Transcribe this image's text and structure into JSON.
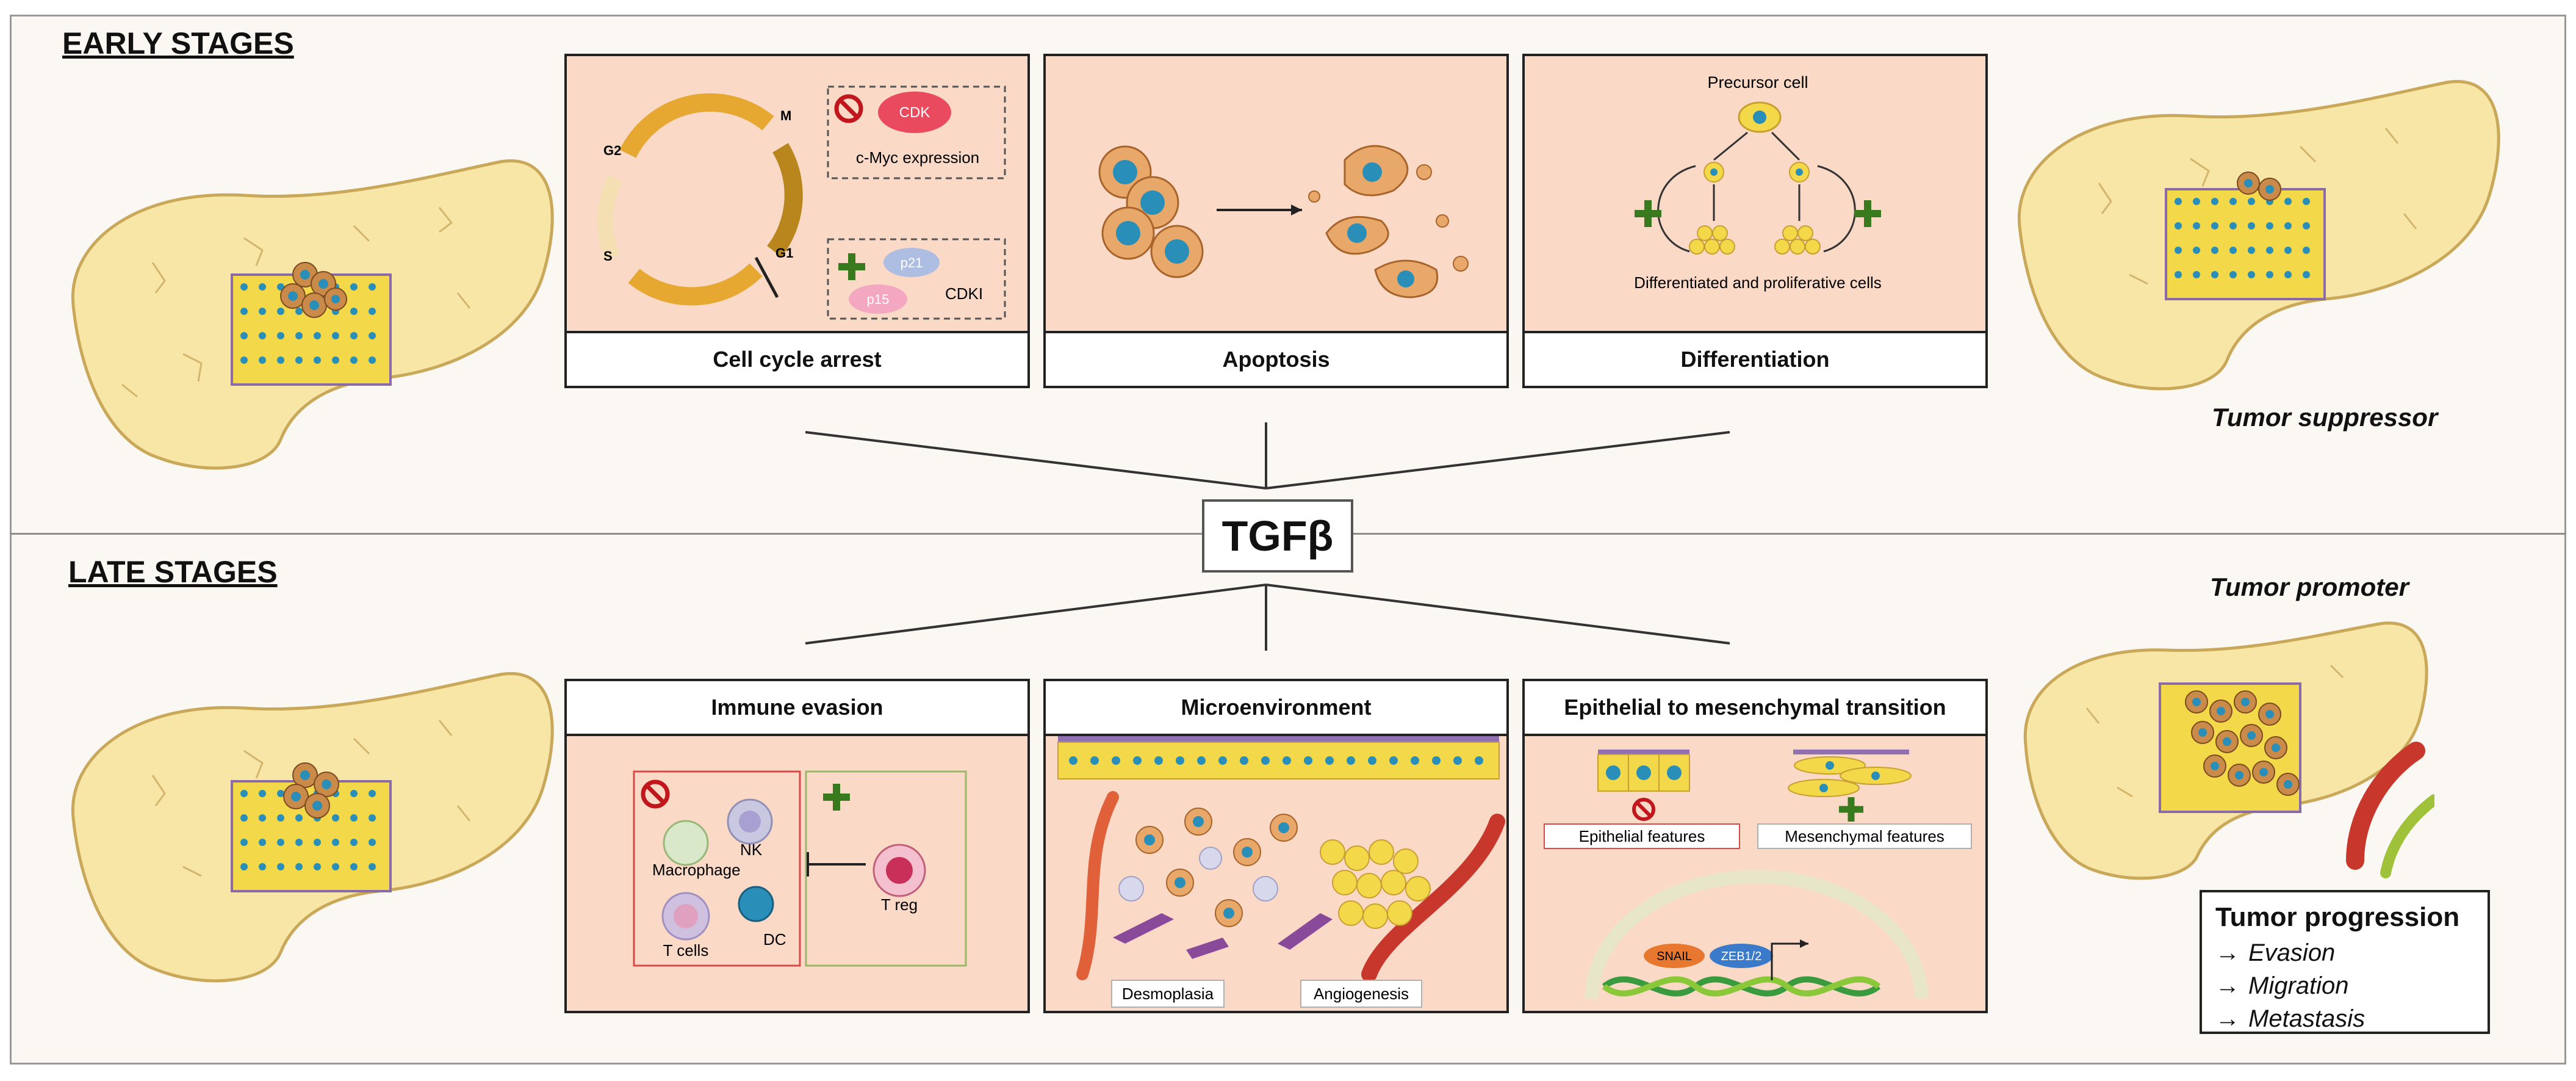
{
  "early": {
    "title": "EARLY STAGES",
    "role": "Tumor suppressor",
    "boxes": {
      "cell_cycle": {
        "title": "Cell cycle arrest",
        "phases": {
          "g2": "G2",
          "m": "M",
          "s": "S",
          "g1": "G1"
        },
        "cdk": "CDK",
        "cmyc": "c-Myc expression",
        "p21": "p21",
        "p15": "p15",
        "cdki": "CDKI"
      },
      "apoptosis": {
        "title": "Apoptosis"
      },
      "differentiation": {
        "title": "Differentiation",
        "precursor": "Precursor cell",
        "result": "Differentiated and proliferative cells"
      }
    }
  },
  "center": {
    "label": "TGFβ"
  },
  "late": {
    "title": "LATE STAGES",
    "role": "Tumor promoter",
    "boxes": {
      "immune": {
        "title": "Immune evasion",
        "nk": "NK",
        "macrophage": "Macrophage",
        "tcells": "T cells",
        "dc": "DC",
        "treg": "T reg"
      },
      "micro": {
        "title": "Microenvironment",
        "desmoplasia": "Desmoplasia",
        "angiogenesis": "Angiogenesis"
      },
      "emt": {
        "title": "Epithelial to mesenchymal transition",
        "epithelial": "Epithelial features",
        "mesenchymal": "Mesenchymal features",
        "snail": "SNAIL",
        "zeb": "ZEB1/2"
      }
    },
    "progression": {
      "title": "Tumor progression",
      "items": [
        "Evasion",
        "Migration",
        "Metastasis"
      ],
      "arrow": "→"
    }
  },
  "colors": {
    "box_fill": "#fad9c7",
    "liver": "#f8e6a6",
    "cell_blue": "#2a8fb8",
    "arrow_gold": "#e6a830",
    "plus_green": "#3a7a1e",
    "stop_red": "#c0161c"
  }
}
